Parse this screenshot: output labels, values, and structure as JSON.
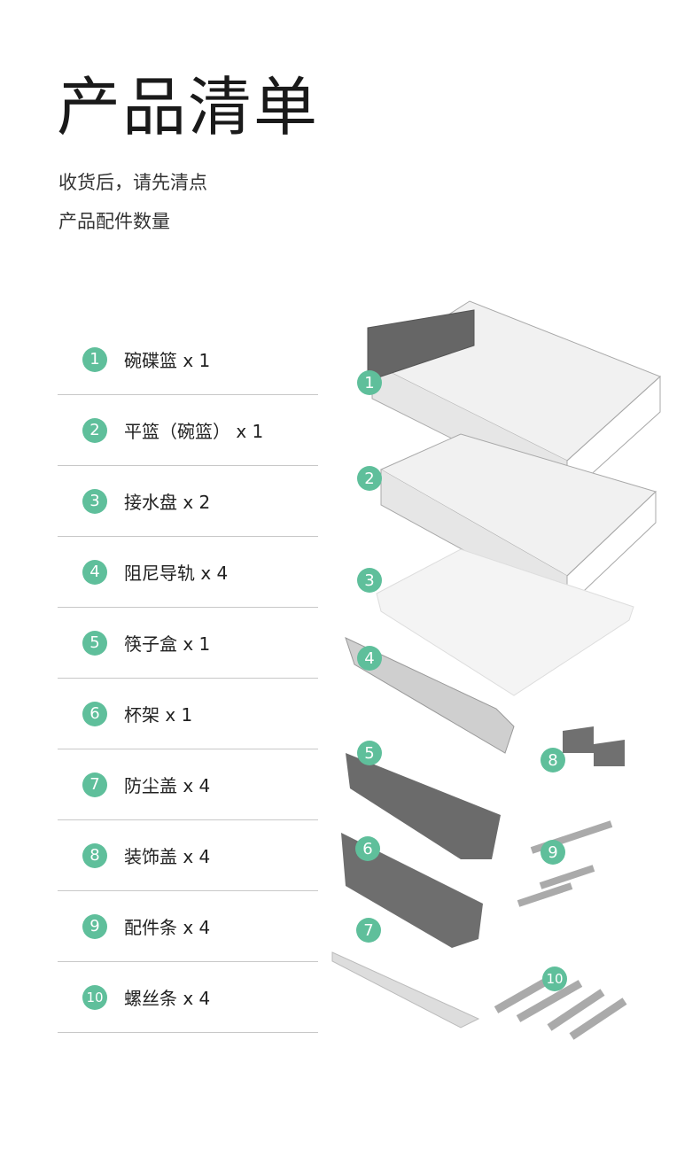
{
  "title": "产品清单",
  "subtitle_lines": [
    "收货后，请先清点",
    "产品配件数量"
  ],
  "accent_color": "#5fbf9b",
  "items": [
    {
      "num": "1",
      "label": "碗碟篮 x 1"
    },
    {
      "num": "2",
      "label": "平篮（碗篮） x 1"
    },
    {
      "num": "3",
      "label": "接水盘 x 2"
    },
    {
      "num": "4",
      "label": "阻尼导轨 x 4"
    },
    {
      "num": "5",
      "label": "筷子盒 x 1"
    },
    {
      "num": "6",
      "label": "杯架 x 1"
    },
    {
      "num": "7",
      "label": "防尘盖 x 4"
    },
    {
      "num": "8",
      "label": "装饰盖 x 4"
    },
    {
      "num": "9",
      "label": "配件条 x 4"
    },
    {
      "num": "10",
      "label": "螺丝条 x 4"
    }
  ]
}
